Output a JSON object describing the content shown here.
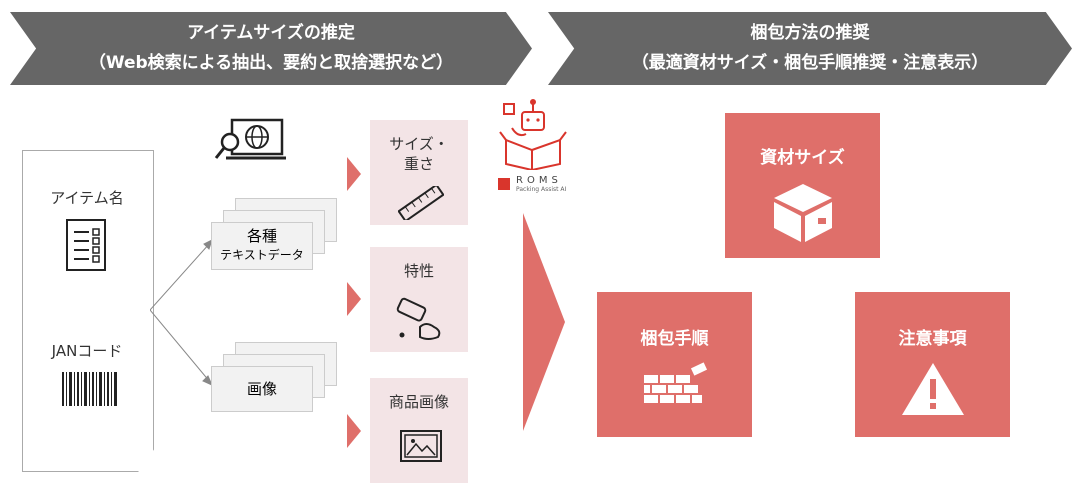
{
  "header_left": {
    "line1": "アイテムサイズの推定",
    "line2": "（Web検索による抽出、要約と取捨選択など）"
  },
  "header_right": {
    "line1": "梱包方法の推奨",
    "line2": "（最適資材サイズ・梱包手順推奨・注意表示）"
  },
  "document": {
    "item_name": "アイテム名",
    "jan_code": "JANコード"
  },
  "sources": {
    "text_line1": "各種",
    "text_line2": "テキストデータ",
    "image": "画像"
  },
  "cards": {
    "size_weight_line1": "サイズ・",
    "size_weight_line2": "重さ",
    "property": "特性",
    "product_image": "商品画像"
  },
  "logo": {
    "name": "ROMS",
    "tagline": "Packing Assist AI"
  },
  "outputs": {
    "material_size": "資材サイズ",
    "packing_steps": "梱包手順",
    "notes": "注意事項"
  },
  "colors": {
    "accent": "#df6f6a",
    "header": "#666666",
    "card": "#f3e4e6"
  }
}
